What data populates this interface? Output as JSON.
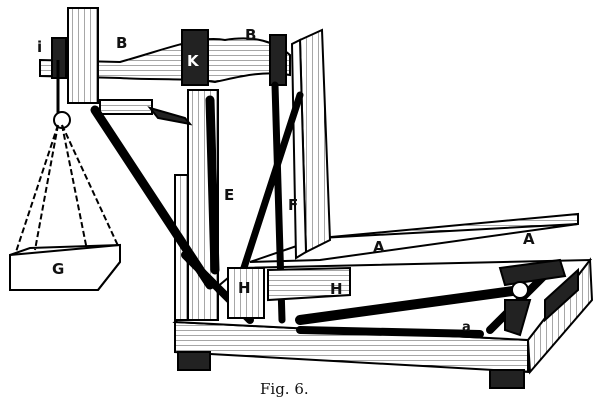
{
  "figure": {
    "caption": "Fig. 6.",
    "labels": {
      "i": "i",
      "B_left": "B",
      "B_right": "B",
      "K": "K",
      "E": "E",
      "F": "F",
      "G": "G",
      "H_left": "H",
      "H_right": "H",
      "A_left": "A",
      "A_right": "A",
      "a": "a"
    }
  }
}
